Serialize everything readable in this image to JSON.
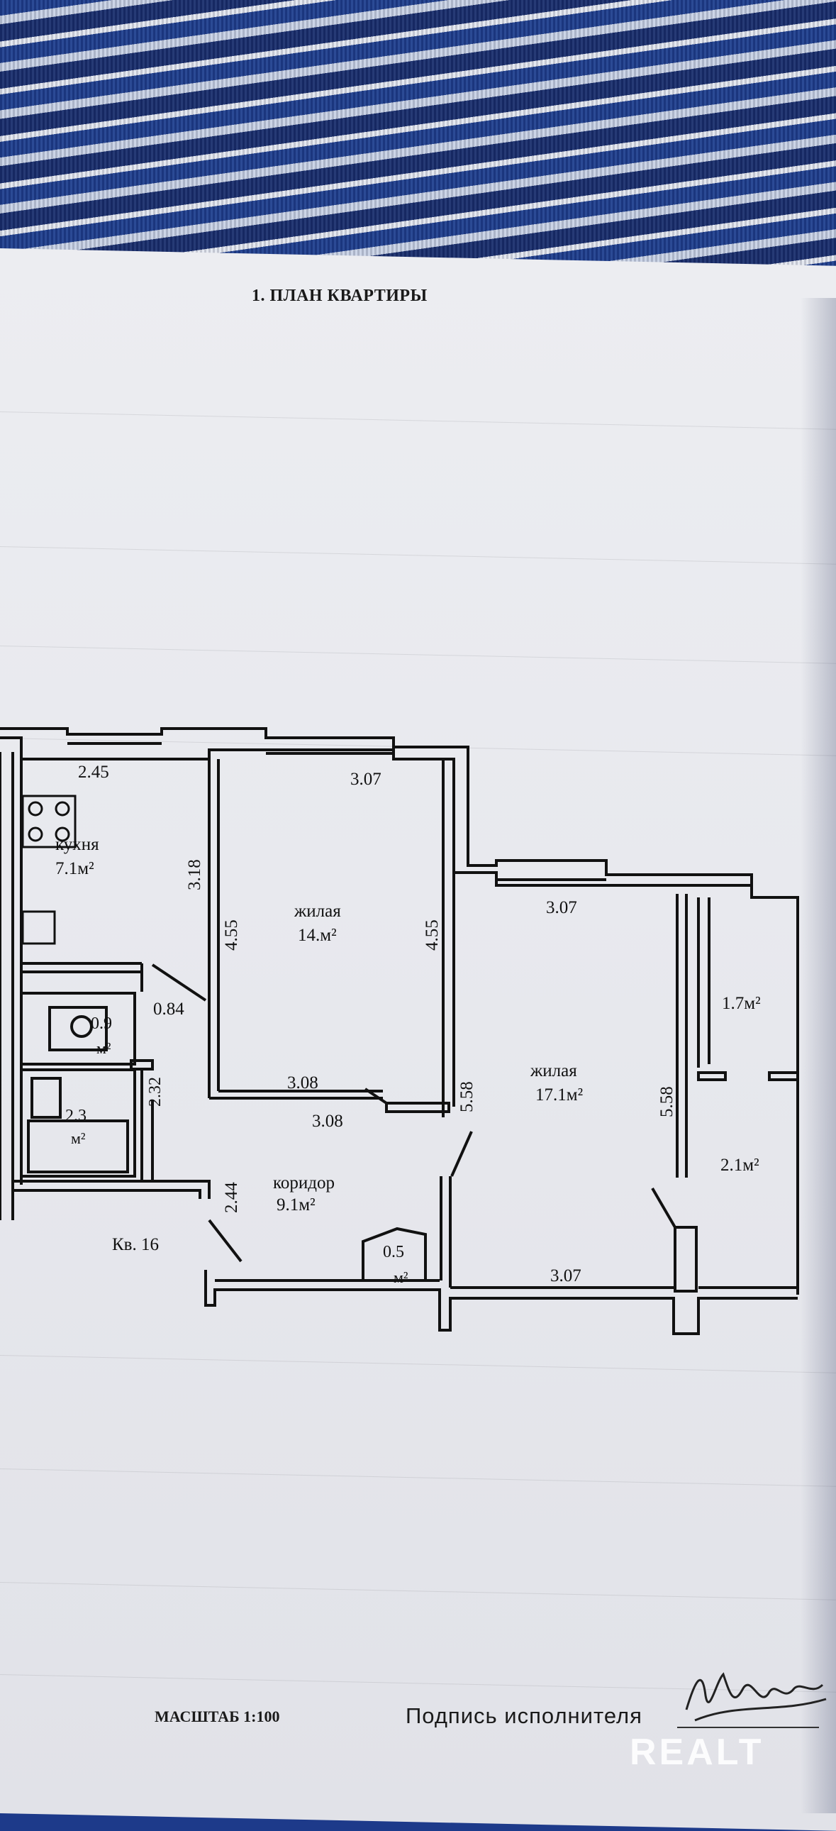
{
  "document": {
    "title": "1. ПЛАН КВАРТИРЫ",
    "scale": "МАСШТАБ 1:100",
    "signature_label": "Подпись исполнителя",
    "signature": "ИПодз",
    "apartment": "Кв. 16",
    "watermark": "REALT"
  },
  "rooms": {
    "kitchen": {
      "name": "кухня",
      "area": "7.1м²"
    },
    "living1": {
      "name": "жилая",
      "area": "14.м²"
    },
    "living2": {
      "name": "жилая",
      "area": "17.1м²"
    },
    "corridor": {
      "name": "коридор",
      "area": "9.1м²"
    },
    "toilet": {
      "value": "0.9",
      "unit": "м²"
    },
    "bath": {
      "value": "2.3",
      "unit": "м²"
    },
    "closet": {
      "value": "0.5",
      "unit": "м²"
    },
    "balcony1": {
      "area": "1.7м²"
    },
    "balcony2": {
      "area": "2.1м²"
    }
  },
  "dimensions": {
    "kitchen_width": "2.45",
    "kitchen_depth": "3.18",
    "kitchen_door": "0.84",
    "toilet_bath": "2.32",
    "corridor_short": "2.44",
    "living1_top": "3.07",
    "living1_left": "4.55",
    "living1_right": "4.55",
    "living1_bottom_in": "3.08",
    "living1_bottom_out": "3.08",
    "living2_top": "3.07",
    "living2_left": "5.58",
    "living2_right": "5.58",
    "living2_bottom": "3.07"
  }
}
